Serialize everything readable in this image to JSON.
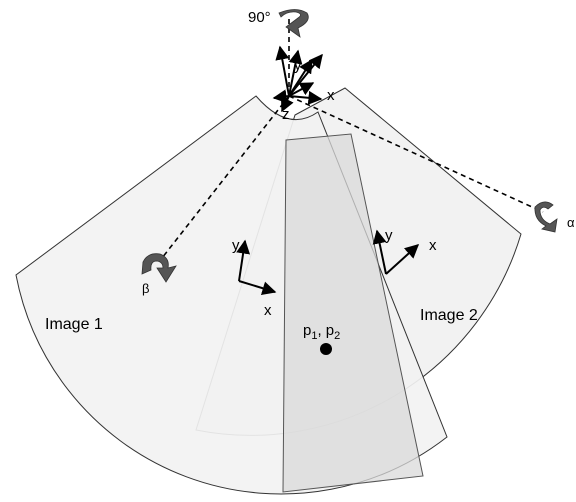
{
  "labels": {
    "rotation_90": "90°",
    "axis_y_top": "y",
    "axis_x_top": "x",
    "axis_z_top": "z",
    "axis_y_left": "y",
    "axis_x_left": "x",
    "axis_y_right": "y",
    "axis_x_right": "x",
    "beta": "β",
    "alpha": "α",
    "image1": "Image 1",
    "image2": "Image 2",
    "point_p": "p",
    "point_p1_sub": "1",
    "point_sep": ", p",
    "point_p2_sub": "2"
  },
  "colors": {
    "sector_fill": "#f2f2f2",
    "sector_stroke": "#333333",
    "strip_fill": "#dcdcdc",
    "rotation_arrow": "#555555",
    "axis": "#000000"
  }
}
